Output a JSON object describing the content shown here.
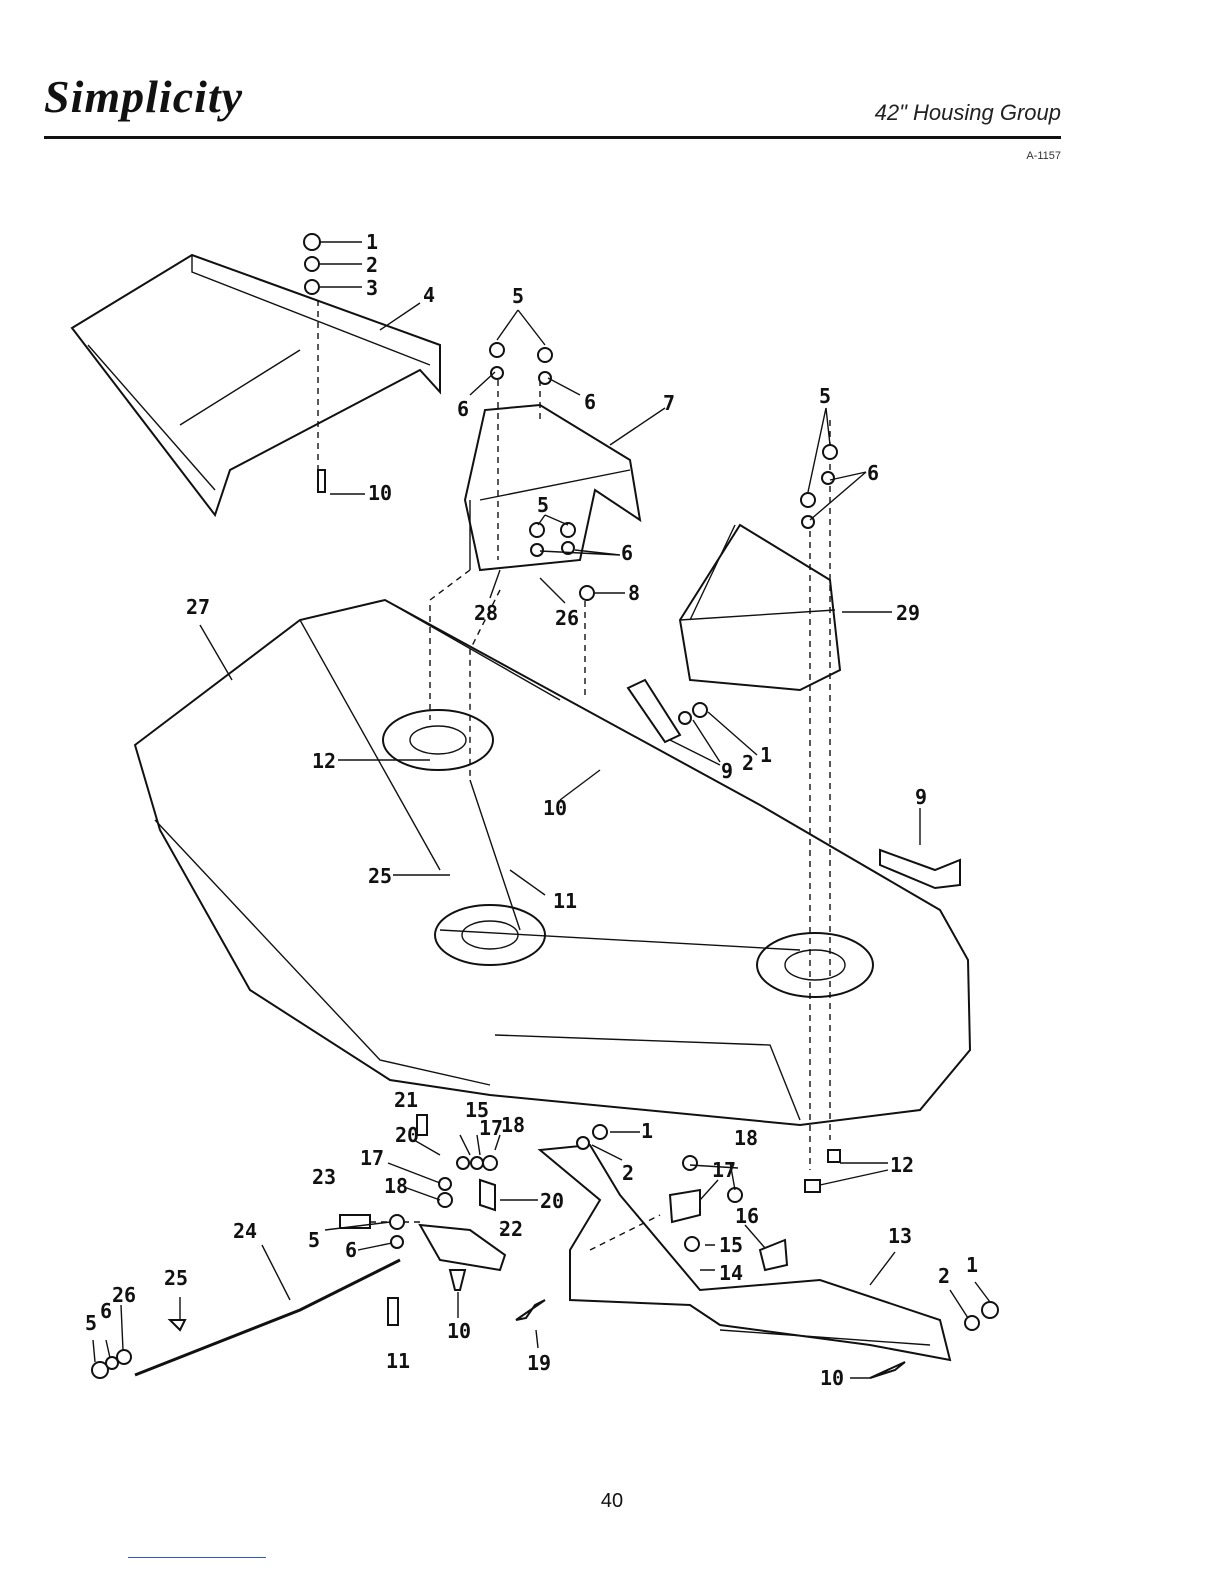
{
  "header": {
    "brand": "Simplicity",
    "title": "42\" Housing Group",
    "code": "A-1157"
  },
  "diagram": {
    "callouts": [
      "1",
      "2",
      "3",
      "4",
      "5",
      "6",
      "6",
      "7",
      "5",
      "6",
      "10",
      "5",
      "6",
      "8",
      "28",
      "26",
      "29",
      "27",
      "9",
      "2",
      "1",
      "12",
      "10",
      "9",
      "25",
      "11",
      "21",
      "15",
      "17",
      "18",
      "20",
      "17",
      "18",
      "23",
      "20",
      "22",
      "5",
      "6",
      "24",
      "25",
      "5",
      "6",
      "26",
      "11",
      "10",
      "1",
      "2",
      "19",
      "18",
      "17",
      "16",
      "15",
      "14",
      "12",
      "13",
      "1",
      "2",
      "10"
    ]
  },
  "footer": {
    "page_number": "40"
  }
}
